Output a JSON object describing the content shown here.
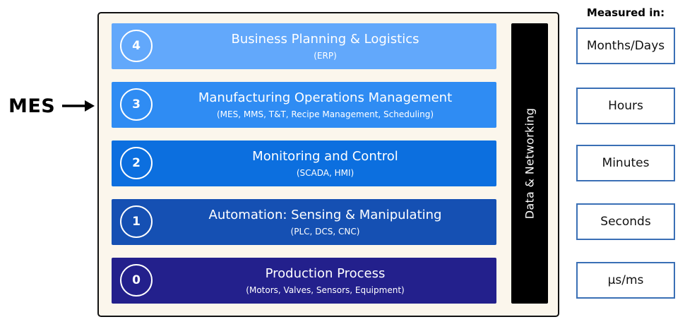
{
  "mes_label": "MES",
  "levels": [
    {
      "number": "4",
      "title": "Business Planning & Logistics",
      "subtitle": "(ERP)",
      "color": "#62a8fb"
    },
    {
      "number": "3",
      "title": "Manufacturing Operations Management",
      "subtitle": "(MES, MMS, T&T, Recipe Management, Scheduling)",
      "color": "#2f8cf3"
    },
    {
      "number": "2",
      "title": "Monitoring and Control",
      "subtitle": "(SCADA, HMI)",
      "color": "#0c6fdf"
    },
    {
      "number": "1",
      "title": "Automation: Sensing & Manipulating",
      "subtitle": "(PLC, DCS, CNC)",
      "color": "#1550b3"
    },
    {
      "number": "0",
      "title": "Production Process",
      "subtitle": "(Motors, Valves, Sensors, Equipment)",
      "color": "#23208c"
    }
  ],
  "side_bar_label": "Data & Networking",
  "measured": {
    "title": "Measured in:",
    "items": [
      "Months/Days",
      "Hours",
      "Minutes",
      "Seconds",
      "µs/ms"
    ],
    "border_color": "#3a6fb5"
  }
}
